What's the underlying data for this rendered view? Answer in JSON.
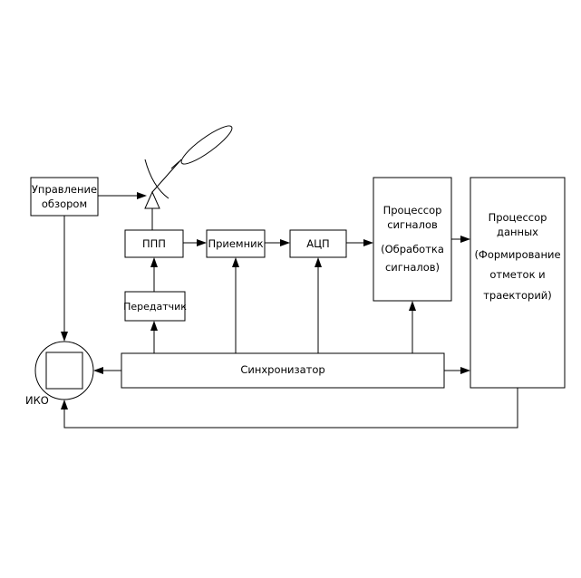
{
  "diagram": {
    "blocks": {
      "scan_control": [
        "Управление",
        "обзором"
      ],
      "ppp": "ППП",
      "receiver": "Приемник",
      "adc": "АЦП",
      "signal_processor": [
        "Процессор",
        "сигналов",
        "(Обработка",
        "сигналов)"
      ],
      "data_processor": [
        "Процессор",
        "данных",
        "(Формирование",
        "отметок и",
        "траекторий)"
      ],
      "transmitter": "Передатчик",
      "synchronizer": "Синхронизатор",
      "display": "ИКО"
    }
  }
}
